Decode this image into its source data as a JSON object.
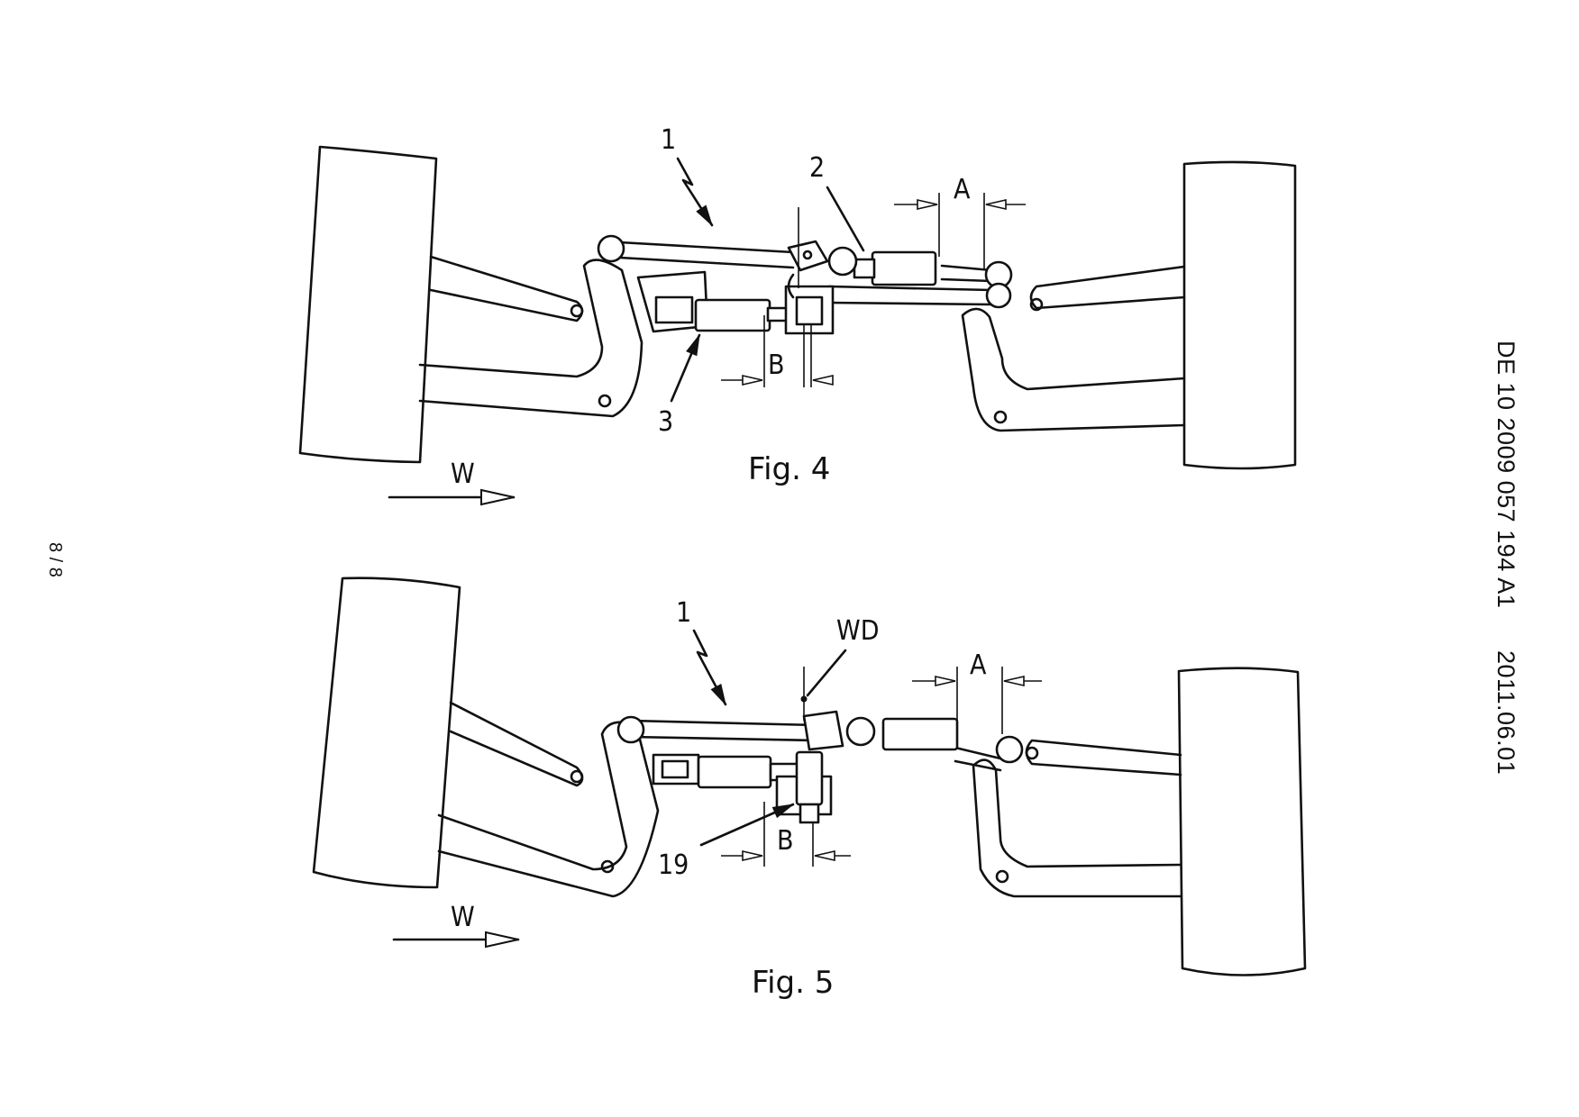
{
  "document": {
    "publication_number": "DE 10 2009 057 194 A1",
    "publication_date": "2011.06.01",
    "page_number": "8 / 8"
  },
  "figures": [
    {
      "caption": "Fig. 4",
      "labels": {
        "ref_1": "1",
        "ref_2": "2",
        "ref_3": "3",
        "dim_a": "A",
        "dim_b": "B",
        "direction": "W"
      }
    },
    {
      "caption": "Fig. 5",
      "labels": {
        "ref_1": "1",
        "ref_wd": "WD",
        "ref_19": "19",
        "dim_a": "A",
        "dim_b": "B",
        "direction": "W"
      }
    }
  ],
  "colors": {
    "ink": "#111111",
    "paper": "#ffffff"
  }
}
